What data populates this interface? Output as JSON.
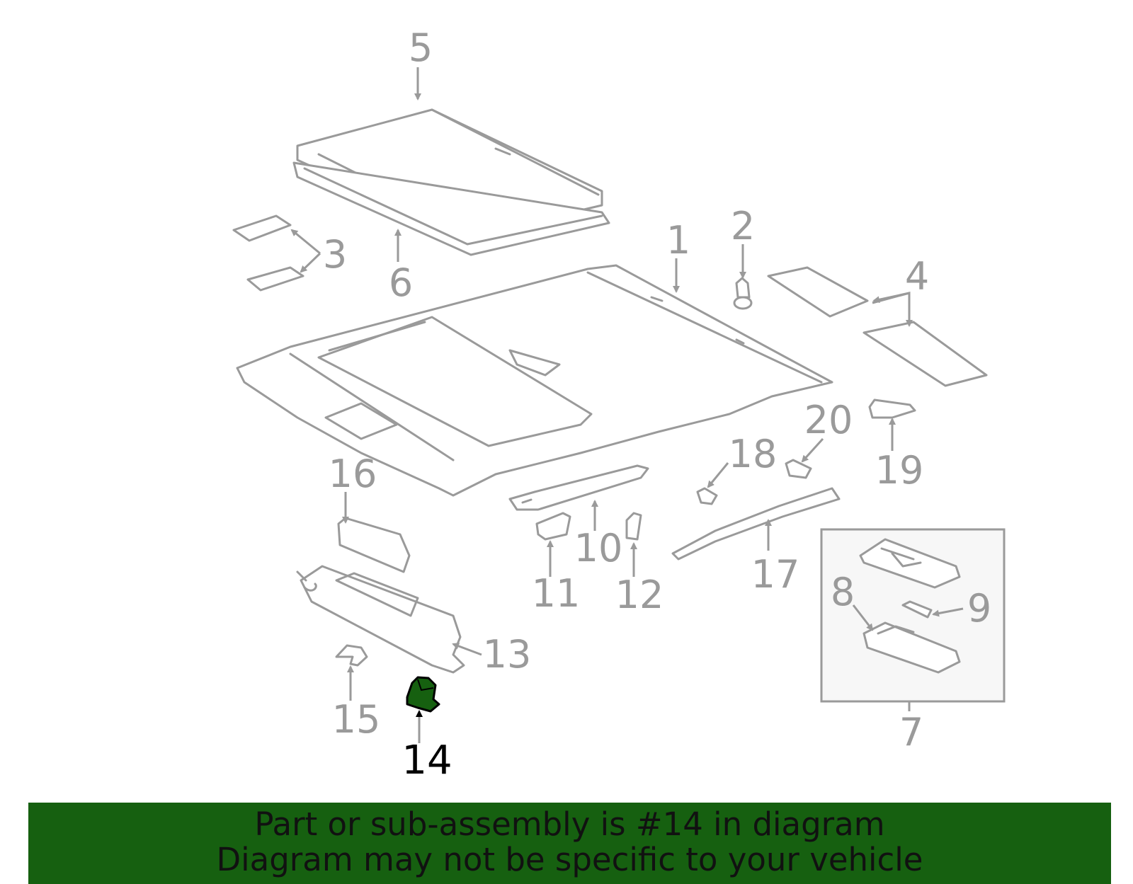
{
  "diagram": {
    "highlight_color": "#166010",
    "line_color": "#9a9a9a",
    "callouts": [
      "1",
      "2",
      "3",
      "4",
      "5",
      "6",
      "7",
      "8",
      "9",
      "10",
      "11",
      "12",
      "13",
      "14",
      "15",
      "16",
      "17",
      "18",
      "19",
      "20"
    ],
    "highlighted_callout": "14"
  },
  "footer": {
    "line1": "Part or sub-assembly is #14 in diagram",
    "line2": "Diagram may not be specific to your vehicle",
    "background": "#166010"
  }
}
